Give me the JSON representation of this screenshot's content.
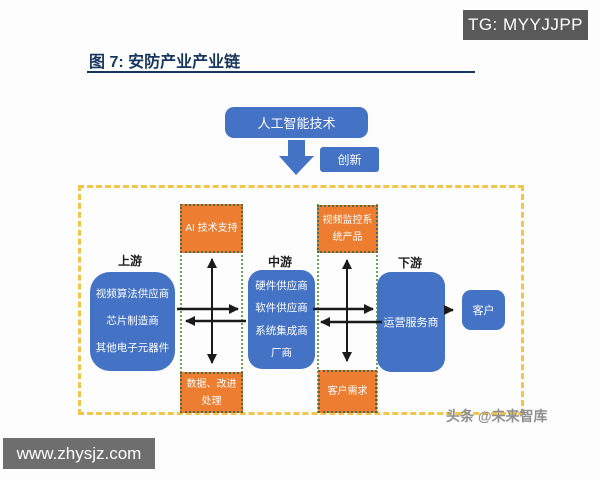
{
  "badge": {
    "text": "TG: MYYJJPP"
  },
  "figure": {
    "title": "图 7: 安防产业产业链"
  },
  "flow": {
    "ai_technology": "人工智能技术",
    "innovation": "创新"
  },
  "diagram": {
    "upstream": {
      "label": "上游",
      "box_lines": [
        "视频算法供应商",
        "芯片制造商",
        "其他电子元器件"
      ]
    },
    "left_channel": {
      "top_box": "AI 技术支持",
      "bottom_box_lines": [
        "数据、改进",
        "处理"
      ]
    },
    "midstream": {
      "label": "中游",
      "box_lines": [
        "硬件供应商",
        "软件供应商",
        "系统集成商",
        "厂商"
      ]
    },
    "right_channel": {
      "top_box_lines": [
        "视频监控系",
        "统产品"
      ],
      "bottom_box": "客户需求"
    },
    "downstream": {
      "label": "下游",
      "operator_box": "运营服务商",
      "customer_box": "客户"
    }
  },
  "footer": {
    "credit": "头条 @未来智库",
    "watermark": "www.zhysjz.com"
  },
  "colors": {
    "box_blue": "#4472C4",
    "box_orange": "#ED7D31",
    "outer_dashed_border": "#F2C54C",
    "channel_dotted_border": "#6FA15A",
    "title_navy": "#17365D",
    "badge_gray": "#595959",
    "watermark_gray": "#6E6E6E",
    "arrow_black": "#1A1A1A"
  }
}
